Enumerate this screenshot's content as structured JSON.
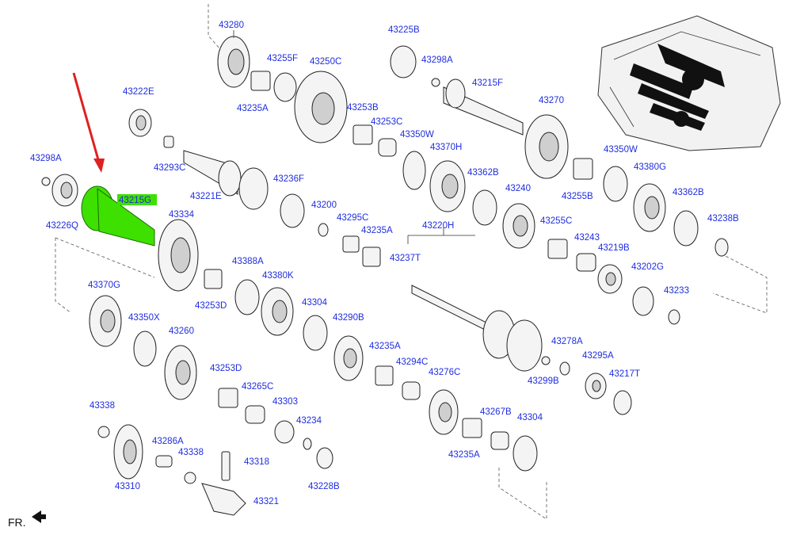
{
  "diagram": {
    "front_label": "FR.",
    "highlight_color": "#3ee000",
    "arrow_color": "#e02020",
    "label_color": "#1f2ee0",
    "highlighted_part": "43215G",
    "parts": [
      "43280",
      "43255F",
      "43250C",
      "43235A",
      "43222E",
      "43253B",
      "43253C",
      "43293C",
      "43298A",
      "43215G",
      "43226Q",
      "43221E",
      "43236F",
      "43200",
      "43334",
      "43295C",
      "43235A",
      "43225B",
      "43298A",
      "43215F",
      "43270",
      "43350W",
      "43370H",
      "43362B",
      "43240",
      "43255C",
      "43255B",
      "43350W",
      "43380G",
      "43362B",
      "43238B",
      "43220H",
      "43237T",
      "43243",
      "43219B",
      "43202G",
      "43233",
      "43388A",
      "43380K",
      "43253D",
      "43304",
      "43370G",
      "43350X",
      "43260",
      "43290B",
      "43235A",
      "43294C",
      "43278A",
      "43295A",
      "43299B",
      "43217T",
      "43253D",
      "43265C",
      "43303",
      "43276C",
      "43267B",
      "43304",
      "43234",
      "43235A",
      "43338",
      "43286A",
      "43338",
      "43318",
      "43310",
      "43228B",
      "43321"
    ]
  }
}
